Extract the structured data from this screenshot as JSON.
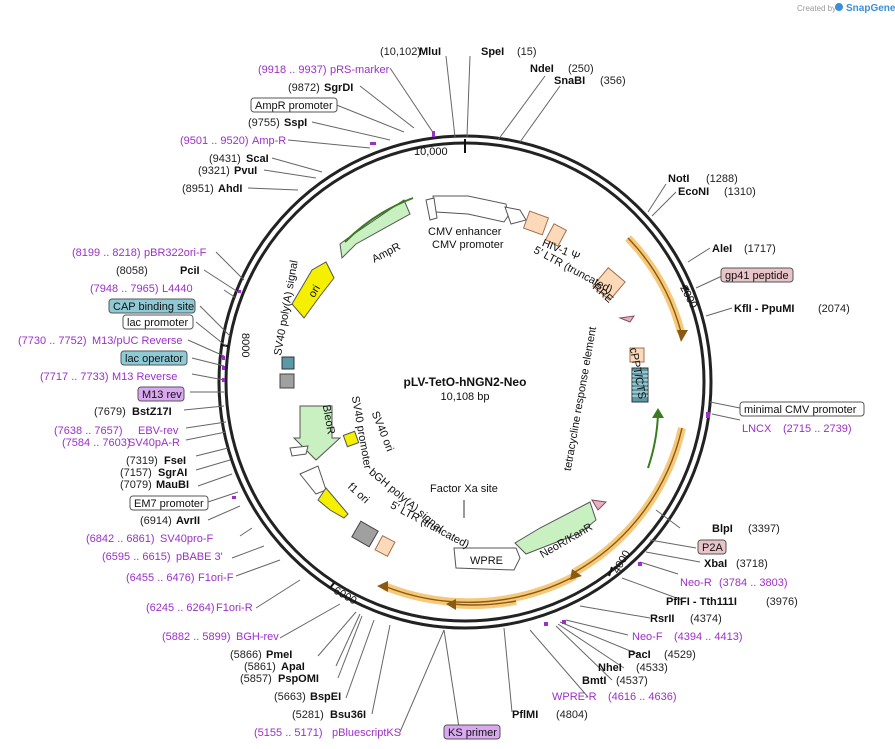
{
  "header": {
    "created_by": "Created by",
    "brand": "SnapGene"
  },
  "plasmid": {
    "name": "pLV-TetO-hNGN2-Neo",
    "length_label": "10,108 bp"
  },
  "ticks": [
    "10,000",
    "2000",
    "4000",
    "6000",
    "8000"
  ],
  "sites": {
    "mlui": {
      "name": "MluI",
      "pos": "(10,102)"
    },
    "spei": {
      "name": "SpeI",
      "pos": "(15)"
    },
    "ndei": {
      "name": "NdeI",
      "pos": "(250)"
    },
    "snabi": {
      "name": "SnaBI",
      "pos": "(356)"
    },
    "noti": {
      "name": "NotI",
      "pos": "(1288)"
    },
    "econi": {
      "name": "EcoNI",
      "pos": "(1310)"
    },
    "alei": {
      "name": "AleI",
      "pos": "(1717)"
    },
    "kfli": {
      "name": "KflI  - PpuMI",
      "pos": "(2074)"
    },
    "blpi": {
      "name": "BlpI",
      "pos": "(3397)"
    },
    "xbai": {
      "name": "XbaI",
      "pos": "(3718)"
    },
    "pflfi": {
      "name": "PflFI - Tth111I",
      "pos": "(3976)"
    },
    "rsrii": {
      "name": "RsrII",
      "pos": "(4374)"
    },
    "paci": {
      "name": "PacI",
      "pos": "(4529)"
    },
    "nhei": {
      "name": "NheI",
      "pos": "(4533)"
    },
    "bmti": {
      "name": "BmtI",
      "pos": "(4537)"
    },
    "pflmi": {
      "name": "PflMI",
      "pos": "(4804)"
    },
    "bsu36i": {
      "name": "Bsu36I",
      "pos": "(5281)"
    },
    "bspei": {
      "name": "BspEI",
      "pos": "(5663)"
    },
    "pspomi": {
      "name": "PspOMI",
      "pos": "(5857)"
    },
    "apai": {
      "name": "ApaI",
      "pos": "(5861)"
    },
    "pmei": {
      "name": "PmeI",
      "pos": "(5866)"
    },
    "avrii": {
      "name": "AvrII",
      "pos": "(6914)"
    },
    "maubi": {
      "name": "MauBI",
      "pos": "(7079)"
    },
    "sgrai": {
      "name": "SgrAI",
      "pos": "(7157)"
    },
    "fsei": {
      "name": "FseI",
      "pos": "(7319)"
    },
    "bstz17i": {
      "name": "BstZ17I",
      "pos": "(7679)"
    },
    "pcii": {
      "name": "PciI",
      "pos": "(8058)"
    },
    "ahdi": {
      "name": "AhdI",
      "pos": "(8951)"
    },
    "pvui": {
      "name": "PvuI",
      "pos": "(9321)"
    },
    "scai": {
      "name": "ScaI",
      "pos": "(9431)"
    },
    "sspi": {
      "name": "SspI",
      "pos": "(9755)"
    },
    "sgrdi": {
      "name": "SgrDI",
      "pos": "(9872)"
    }
  },
  "primers": {
    "prs": {
      "name": "pRS-marker",
      "pos": "(9918 .. 9937)"
    },
    "ampr": {
      "name": "Amp-R",
      "pos": "(9501 .. 9520)"
    },
    "pbr322": {
      "name": "pBR322ori-F",
      "pos": "(8199 .. 8218)"
    },
    "l4440": {
      "name": "L4440",
      "pos": "(7948 .. 7965)"
    },
    "m13puc": {
      "name": "M13/pUC Reverse",
      "pos": "(7730 .. 7752)"
    },
    "m13rev": {
      "name": "M13 Reverse",
      "pos": "(7717 .. 7733)"
    },
    "ebvrev": {
      "name": "EBV-rev",
      "pos": "(7638 .. 7657)"
    },
    "sv40par": {
      "name": "SV40pA-R",
      "pos": "(7584 .. 7603)"
    },
    "sv40prof": {
      "name": "SV40pro-F",
      "pos": "(6842 .. 6861)"
    },
    "pbabe3": {
      "name": "pBABE 3'",
      "pos": "(6595 .. 6615)"
    },
    "f1orif": {
      "name": "F1ori-F",
      "pos": "(6455 .. 6476)"
    },
    "f1orir": {
      "name": "F1ori-R",
      "pos": "(6245 .. 6264)"
    },
    "bghrev": {
      "name": "BGH-rev",
      "pos": "(5882 .. 5899)"
    },
    "pbks": {
      "name": "pBluescriptKS",
      "pos": "(5155 .. 5171)"
    },
    "lncx": {
      "name": "LNCX",
      "pos": "(2715 .. 2739)"
    },
    "neor": {
      "name": "Neo-R",
      "pos": "(3784 .. 3803)"
    },
    "neof": {
      "name": "Neo-F",
      "pos": "(4394 .. 4413)"
    },
    "wprer": {
      "name": "WPRE-R",
      "pos": "(4616 .. 4636)"
    }
  },
  "boxes": {
    "ampr_promoter": "AmpR promoter",
    "cap_site": "CAP binding site",
    "lac_promoter": "lac promoter",
    "lac_operator": "lac operator",
    "m13_rev": "M13 rev",
    "em7_promoter": "EM7 promoter",
    "gp41": "gp41 peptide",
    "min_cmv": "minimal CMV promoter",
    "p2a": "P2A",
    "ks_primer": "KS primer"
  },
  "features": {
    "cmv_enhancer": "CMV enhancer",
    "cmv_promoter": "CMV promoter",
    "hiv_psi": "HIV-1 Ψ",
    "ltr5_trunc": "5' LTR (truncated)",
    "rre": "RRE",
    "cppt": "cPPT/CTS",
    "tre": "tetracycline response element",
    "neokanr": "NeoR/KanR",
    "wpre": "WPRE",
    "factor_xa": "Factor Xa site",
    "ltr5_trunc2": "5' LTR (truncated)",
    "bgh": "bGH poly(A) signal",
    "f1ori": "f1 ori",
    "sv40ori": "SV40 ori",
    "sv40prom": "SV40 promoter",
    "bleor": "BleoR",
    "sv40pa": "SV40 poly(A) signal",
    "ori": "ori",
    "ampr": "AmpR"
  },
  "colors": {
    "primer": "#9b30c8",
    "orange_arrow": "#f5c87a",
    "green_arrow": "#c8f0c0",
    "yellow_ori": "#f5f000",
    "peach": "#fcd9b8",
    "cap_box": "#8ecad6",
    "pink_box": "#e8c4c8",
    "violet_box": "#d9a8f0"
  }
}
